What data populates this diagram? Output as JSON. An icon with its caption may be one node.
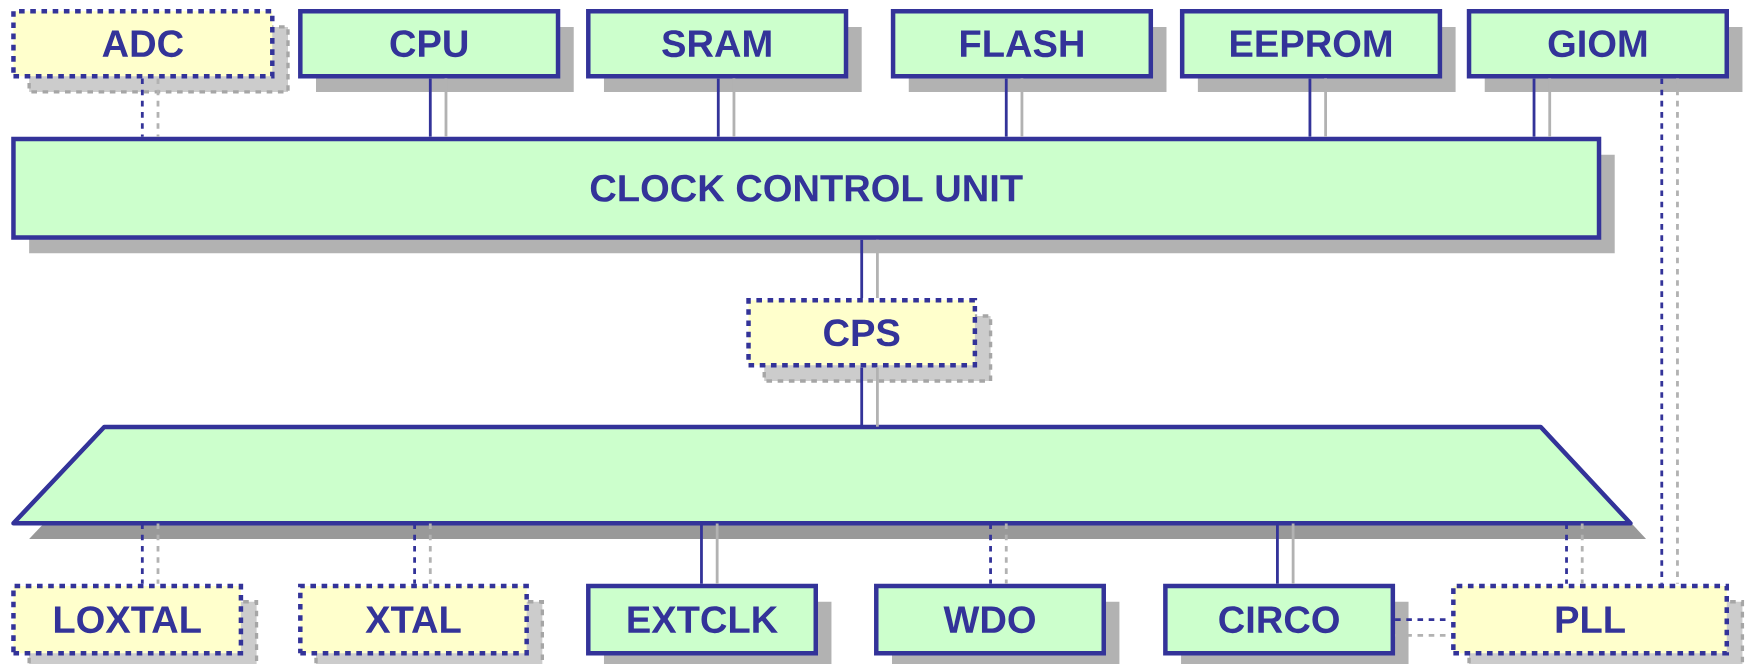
{
  "diagram": {
    "nodes": [
      {
        "text": [
          "ADC"
        ]
      },
      {
        "text": [
          "CPU"
        ]
      },
      {
        "text": [
          "SRAM"
        ]
      },
      {
        "text": [
          "FLASH"
        ]
      },
      {
        "text": [
          "EEPROM"
        ]
      },
      {
        "text": [
          "GIOM"
        ]
      },
      {
        "text": [
          "CLOCK CONTROL UNIT"
        ]
      },
      {
        "text": [
          "CPS"
        ]
      },
      {
        "text": [],
        "shape": "trapezoid"
      },
      {
        "text": [
          "LOXTAL"
        ]
      },
      {
        "text": [
          "XTAL"
        ]
      },
      {
        "text": [
          "EXTCLK"
        ]
      },
      {
        "text": [
          "WDO"
        ]
      },
      {
        "text": [
          "CIRCO"
        ]
      },
      {
        "text": [
          "PLL"
        ]
      }
    ],
    "edges": [
      {
        "from": 0,
        "to": 6,
        "arrow": "none",
        "style": "dashed"
      },
      {
        "from": 1,
        "to": 6,
        "arrow": "none"
      },
      {
        "from": 2,
        "to": 6,
        "arrow": "none"
      },
      {
        "from": 3,
        "to": 6,
        "arrow": "none"
      },
      {
        "from": 4,
        "to": 6,
        "arrow": "none"
      },
      {
        "from": 5,
        "to": 6,
        "arrow": "none"
      },
      {
        "from": 5,
        "to": 14,
        "arrow": "none",
        "style": "dashed"
      },
      {
        "from": 6,
        "to": 7,
        "arrow": "none"
      },
      {
        "from": 7,
        "to": 8,
        "arrow": "none"
      },
      {
        "from": 8,
        "to": 9,
        "arrow": "none",
        "style": "dashed"
      },
      {
        "from": 8,
        "to": 10,
        "arrow": "none",
        "style": "dashed"
      },
      {
        "from": 8,
        "to": 11,
        "arrow": "none"
      },
      {
        "from": 8,
        "to": 12,
        "arrow": "none",
        "style": "dashed"
      },
      {
        "from": 8,
        "to": 13,
        "arrow": "none"
      },
      {
        "from": 8,
        "to": 14,
        "arrow": "none",
        "style": "dashed"
      },
      {
        "from": 13,
        "to": 14,
        "arrow": "none",
        "style": "dashed"
      }
    ]
  }
}
